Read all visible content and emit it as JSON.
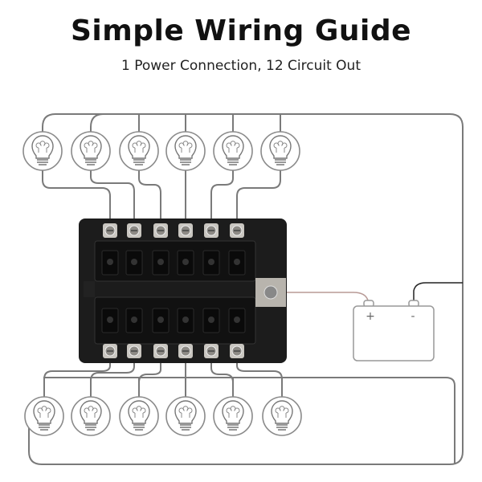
{
  "title": "Simple Wiring Guide",
  "subtitle": "1 Power Connection, 12 Circuit Out",
  "battery": {
    "positive_label": "+",
    "negative_label": "-"
  },
  "components": {
    "top_bulbs": 6,
    "bottom_bulbs": 6,
    "fuse_block_circuits": 12
  },
  "colors": {
    "wire": "#7a7a7a",
    "fuse_block": "#1c1c1c",
    "positive_wire": "#b89a96",
    "negative_wire": "#222222"
  }
}
